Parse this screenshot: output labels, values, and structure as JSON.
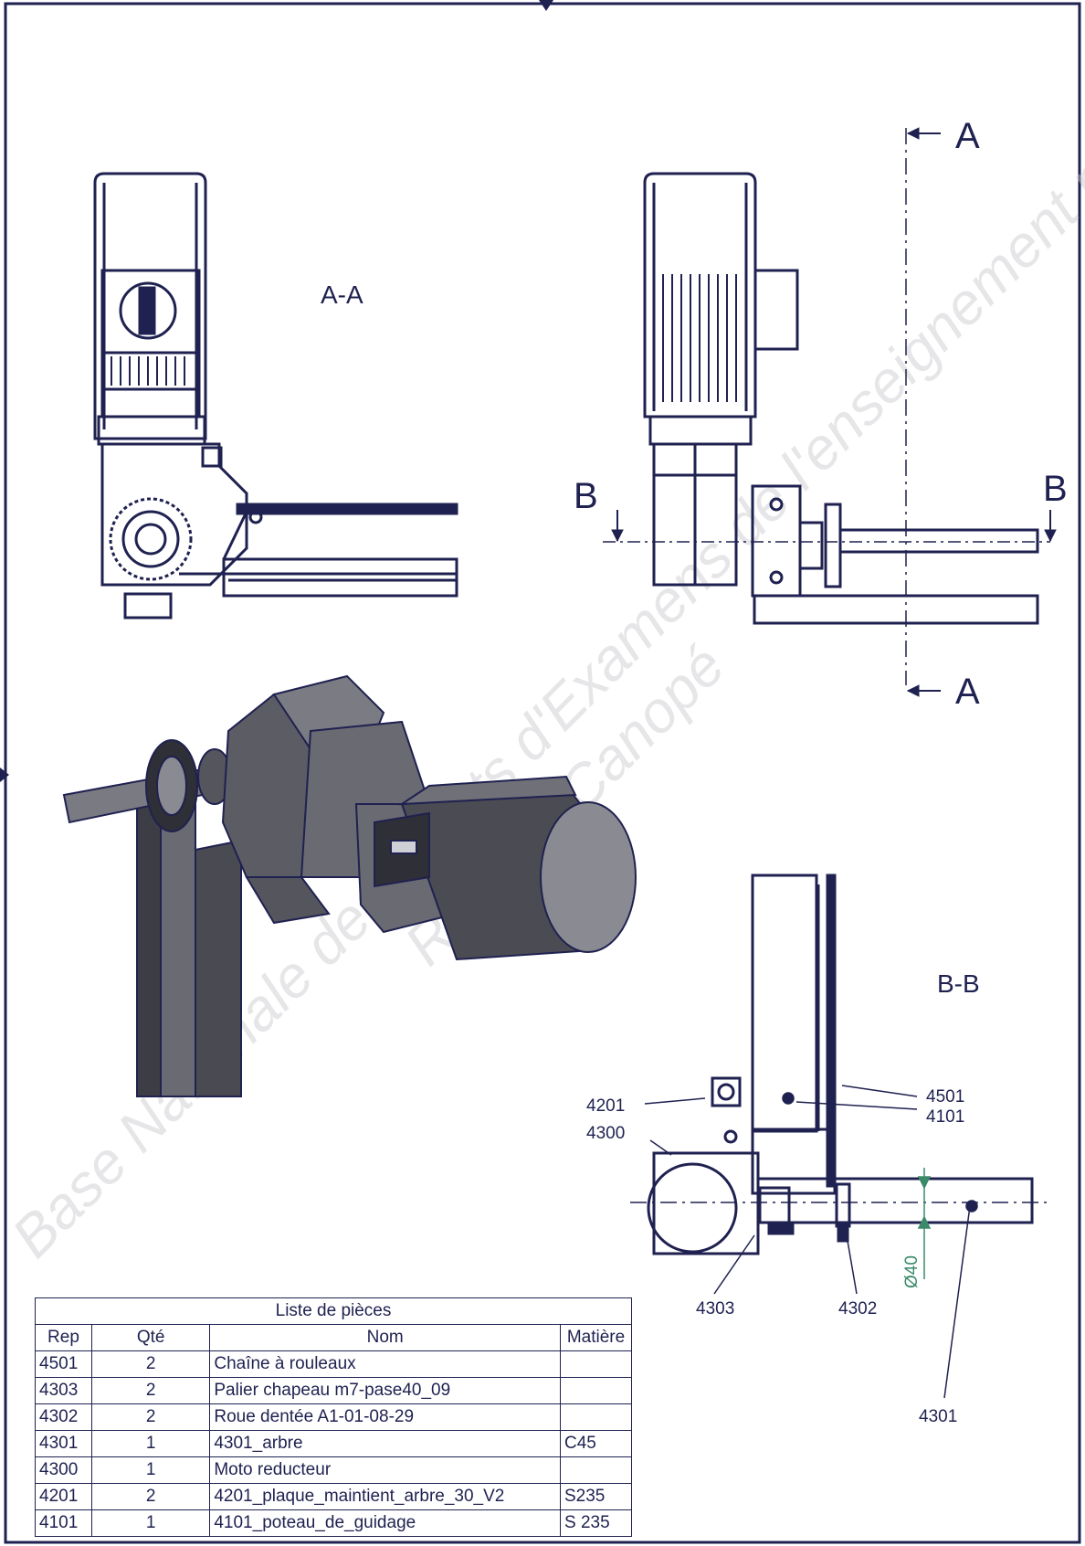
{
  "section_marks": {
    "A_top": "A",
    "A_bottom": "A",
    "B_left": "B",
    "B_right": "B"
  },
  "view_labels": {
    "aa": "A-A",
    "bb": "B-B"
  },
  "callouts": {
    "c4201": "4201",
    "c4300": "4300",
    "c4501": "4501",
    "c4101": "4101",
    "c4303": "4303",
    "c4302": "4302",
    "c4301": "4301"
  },
  "dimension": "Ø40",
  "watermark": {
    "line1": "Base Nationale des Sujets d'Examens de l'enseignement professionnel",
    "line2": "Réseau Canopé"
  },
  "parts_list": {
    "title": "Liste de pièces",
    "headers": [
      "Rep",
      "Qté",
      "Nom",
      "Matière"
    ],
    "rows": [
      [
        "4501",
        "2",
        "Chaîne à rouleaux",
        ""
      ],
      [
        "4303",
        "2",
        "Palier chapeau m7-pase40_09",
        ""
      ],
      [
        "4302",
        "2",
        "Roue dentée A1-01-08-29",
        ""
      ],
      [
        "4301",
        "1",
        "4301_arbre",
        "C45"
      ],
      [
        "4300",
        "1",
        "Moto reducteur",
        ""
      ],
      [
        "4201",
        "2",
        "4201_plaque_maintient_arbre_30_V2",
        "S235"
      ],
      [
        "4101",
        "1",
        "4101_poteau_de_guidage",
        "S 235"
      ]
    ]
  },
  "colors": {
    "ink": "#1f2150",
    "render_dark": "#3d3d45",
    "render_mid": "#6a6a72",
    "dimension": "#3a8a6a"
  }
}
